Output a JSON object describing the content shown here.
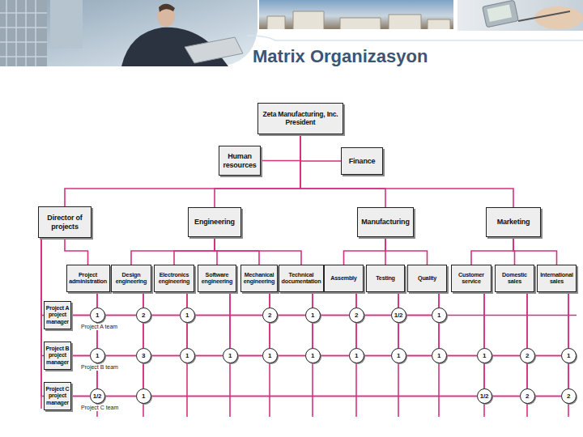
{
  "diagram": {
    "title": "Matrix Organizasyon",
    "nodes": [
      {
        "text": [
          "Zeta Manufacturing, Inc. President"
        ]
      },
      {
        "text": [
          "Human resources"
        ]
      },
      {
        "text": [
          "Finance"
        ]
      },
      {
        "text": [
          "Director of projects"
        ]
      },
      {
        "text": [
          "Engineering"
        ]
      },
      {
        "text": [
          "Manufacturing"
        ]
      },
      {
        "text": [
          "Marketing"
        ]
      },
      {
        "text": [
          "Project administration"
        ]
      },
      {
        "text": [
          "Design engineering"
        ]
      },
      {
        "text": [
          "Electronics engineering"
        ]
      },
      {
        "text": [
          "Software engineering"
        ]
      },
      {
        "text": [
          "Mechanical engineering"
        ]
      },
      {
        "text": [
          "Technical documentation"
        ]
      },
      {
        "text": [
          "Assembly"
        ]
      },
      {
        "text": [
          "Testing"
        ]
      },
      {
        "text": [
          "Quality"
        ]
      },
      {
        "text": [
          "Customer service"
        ]
      },
      {
        "text": [
          "Domestic sales"
        ]
      },
      {
        "text": [
          "International sales"
        ]
      },
      {
        "text": [
          "Project A project manager"
        ]
      },
      {
        "text": [
          "Project B project manager"
        ]
      },
      {
        "text": [
          "Project C project manager"
        ]
      },
      {
        "text": [
          "1"
        ]
      },
      {
        "text": [
          "2"
        ]
      },
      {
        "text": [
          "1"
        ]
      },
      {
        "text": [
          "2"
        ]
      },
      {
        "text": [
          "1"
        ]
      },
      {
        "text": [
          "2"
        ]
      },
      {
        "text": [
          "1/2"
        ]
      },
      {
        "text": [
          "1"
        ]
      },
      {
        "text": [
          "1"
        ]
      },
      {
        "text": [
          "3"
        ]
      },
      {
        "text": [
          "1"
        ]
      },
      {
        "text": [
          "1"
        ]
      },
      {
        "text": [
          "1"
        ]
      },
      {
        "text": [
          "1"
        ]
      },
      {
        "text": [
          "1"
        ]
      },
      {
        "text": [
          "1"
        ]
      },
      {
        "text": [
          "1"
        ]
      },
      {
        "text": [
          "1"
        ]
      },
      {
        "text": [
          "2"
        ]
      },
      {
        "text": [
          "1"
        ]
      },
      {
        "text": [
          "1/2"
        ]
      },
      {
        "text": [
          "1"
        ]
      },
      {
        "text": [
          "1/2"
        ]
      },
      {
        "text": [
          "2"
        ]
      },
      {
        "text": [
          "2"
        ]
      }
    ],
    "edges": [
      {
        "from": 0,
        "to": 1,
        "arrow": "none"
      },
      {
        "from": 0,
        "to": 2,
        "arrow": "none"
      },
      {
        "from": 0,
        "to": 3,
        "arrow": "none"
      },
      {
        "from": 0,
        "to": 4,
        "arrow": "none"
      },
      {
        "from": 0,
        "to": 5,
        "arrow": "none"
      },
      {
        "from": 0,
        "to": 6,
        "arrow": "none"
      },
      {
        "from": 3,
        "to": 7,
        "arrow": "none"
      },
      {
        "from": 3,
        "to": 19,
        "arrow": "none"
      },
      {
        "from": 3,
        "to": 20,
        "arrow": "none"
      },
      {
        "from": 3,
        "to": 21,
        "arrow": "none"
      },
      {
        "from": 4,
        "to": 8,
        "arrow": "none"
      },
      {
        "from": 4,
        "to": 9,
        "arrow": "none"
      },
      {
        "from": 4,
        "to": 10,
        "arrow": "none"
      },
      {
        "from": 4,
        "to": 11,
        "arrow": "none"
      },
      {
        "from": 4,
        "to": 12,
        "arrow": "none"
      },
      {
        "from": 5,
        "to": 13,
        "arrow": "none"
      },
      {
        "from": 5,
        "to": 14,
        "arrow": "none"
      },
      {
        "from": 5,
        "to": 15,
        "arrow": "none"
      },
      {
        "from": 6,
        "to": 16,
        "arrow": "none"
      },
      {
        "from": 6,
        "to": 17,
        "arrow": "none"
      },
      {
        "from": 6,
        "to": 18,
        "arrow": "none"
      },
      {
        "from": 7,
        "to": 22,
        "arrow": "none"
      },
      {
        "from": 22,
        "to": 30,
        "arrow": "none"
      },
      {
        "from": 30,
        "to": 42,
        "arrow": "none"
      },
      {
        "from": 8,
        "to": 23,
        "arrow": "none"
      },
      {
        "from": 23,
        "to": 31,
        "arrow": "none"
      },
      {
        "from": 31,
        "to": 43,
        "arrow": "none"
      },
      {
        "from": 9,
        "to": 24,
        "arrow": "none"
      },
      {
        "from": 24,
        "to": 32,
        "arrow": "none"
      },
      {
        "from": 10,
        "to": 33,
        "arrow": "none"
      },
      {
        "from": 11,
        "to": 25,
        "arrow": "none"
      },
      {
        "from": 25,
        "to": 34,
        "arrow": "none"
      },
      {
        "from": 12,
        "to": 26,
        "arrow": "none"
      },
      {
        "from": 26,
        "to": 35,
        "arrow": "none"
      },
      {
        "from": 13,
        "to": 27,
        "arrow": "none"
      },
      {
        "from": 27,
        "to": 36,
        "arrow": "none"
      },
      {
        "from": 14,
        "to": 28,
        "arrow": "none"
      },
      {
        "from": 28,
        "to": 37,
        "arrow": "none"
      },
      {
        "from": 15,
        "to": 29,
        "arrow": "none"
      },
      {
        "from": 29,
        "to": 38,
        "arrow": "none"
      },
      {
        "from": 16,
        "to": 39,
        "arrow": "none"
      },
      {
        "from": 39,
        "to": 44,
        "arrow": "none"
      },
      {
        "from": 17,
        "to": 40,
        "arrow": "none"
      },
      {
        "from": 40,
        "to": 45,
        "arrow": "none"
      },
      {
        "from": 18,
        "to": 41,
        "arrow": "none"
      },
      {
        "from": 41,
        "to": 46,
        "arrow": "none"
      },
      {
        "from": 19,
        "to": 22,
        "arrow": "none"
      },
      {
        "from": 22,
        "to": 23,
        "arrow": "none"
      },
      {
        "from": 23,
        "to": 24,
        "arrow": "none"
      },
      {
        "from": 24,
        "to": 25,
        "arrow": "none"
      },
      {
        "from": 25,
        "to": 26,
        "arrow": "none"
      },
      {
        "from": 26,
        "to": 27,
        "arrow": "none"
      },
      {
        "from": 27,
        "to": 28,
        "arrow": "none"
      },
      {
        "from": 28,
        "to": 29,
        "arrow": "none"
      },
      {
        "from": 20,
        "to": 30,
        "arrow": "none"
      },
      {
        "from": 30,
        "to": 31,
        "arrow": "none"
      },
      {
        "from": 31,
        "to": 32,
        "arrow": "none"
      },
      {
        "from": 32,
        "to": 33,
        "arrow": "none"
      },
      {
        "from": 33,
        "to": 34,
        "arrow": "none"
      },
      {
        "from": 34,
        "to": 35,
        "arrow": "none"
      },
      {
        "from": 35,
        "to": 36,
        "arrow": "none"
      },
      {
        "from": 36,
        "to": 37,
        "arrow": "none"
      },
      {
        "from": 37,
        "to": 38,
        "arrow": "none"
      },
      {
        "from": 38,
        "to": 39,
        "arrow": "none"
      },
      {
        "from": 39,
        "to": 40,
        "arrow": "none"
      },
      {
        "from": 40,
        "to": 41,
        "arrow": "none"
      },
      {
        "from": 21,
        "to": 42,
        "arrow": "none"
      },
      {
        "from": 42,
        "to": 43,
        "arrow": "none"
      },
      {
        "from": 43,
        "to": 44,
        "arrow": "none"
      },
      {
        "from": 44,
        "to": 45,
        "arrow": "none"
      },
      {
        "from": 45,
        "to": 46,
        "arrow": "none"
      }
    ],
    "labels": [
      "Project A team",
      "Project B team",
      "Project C team"
    ]
  }
}
